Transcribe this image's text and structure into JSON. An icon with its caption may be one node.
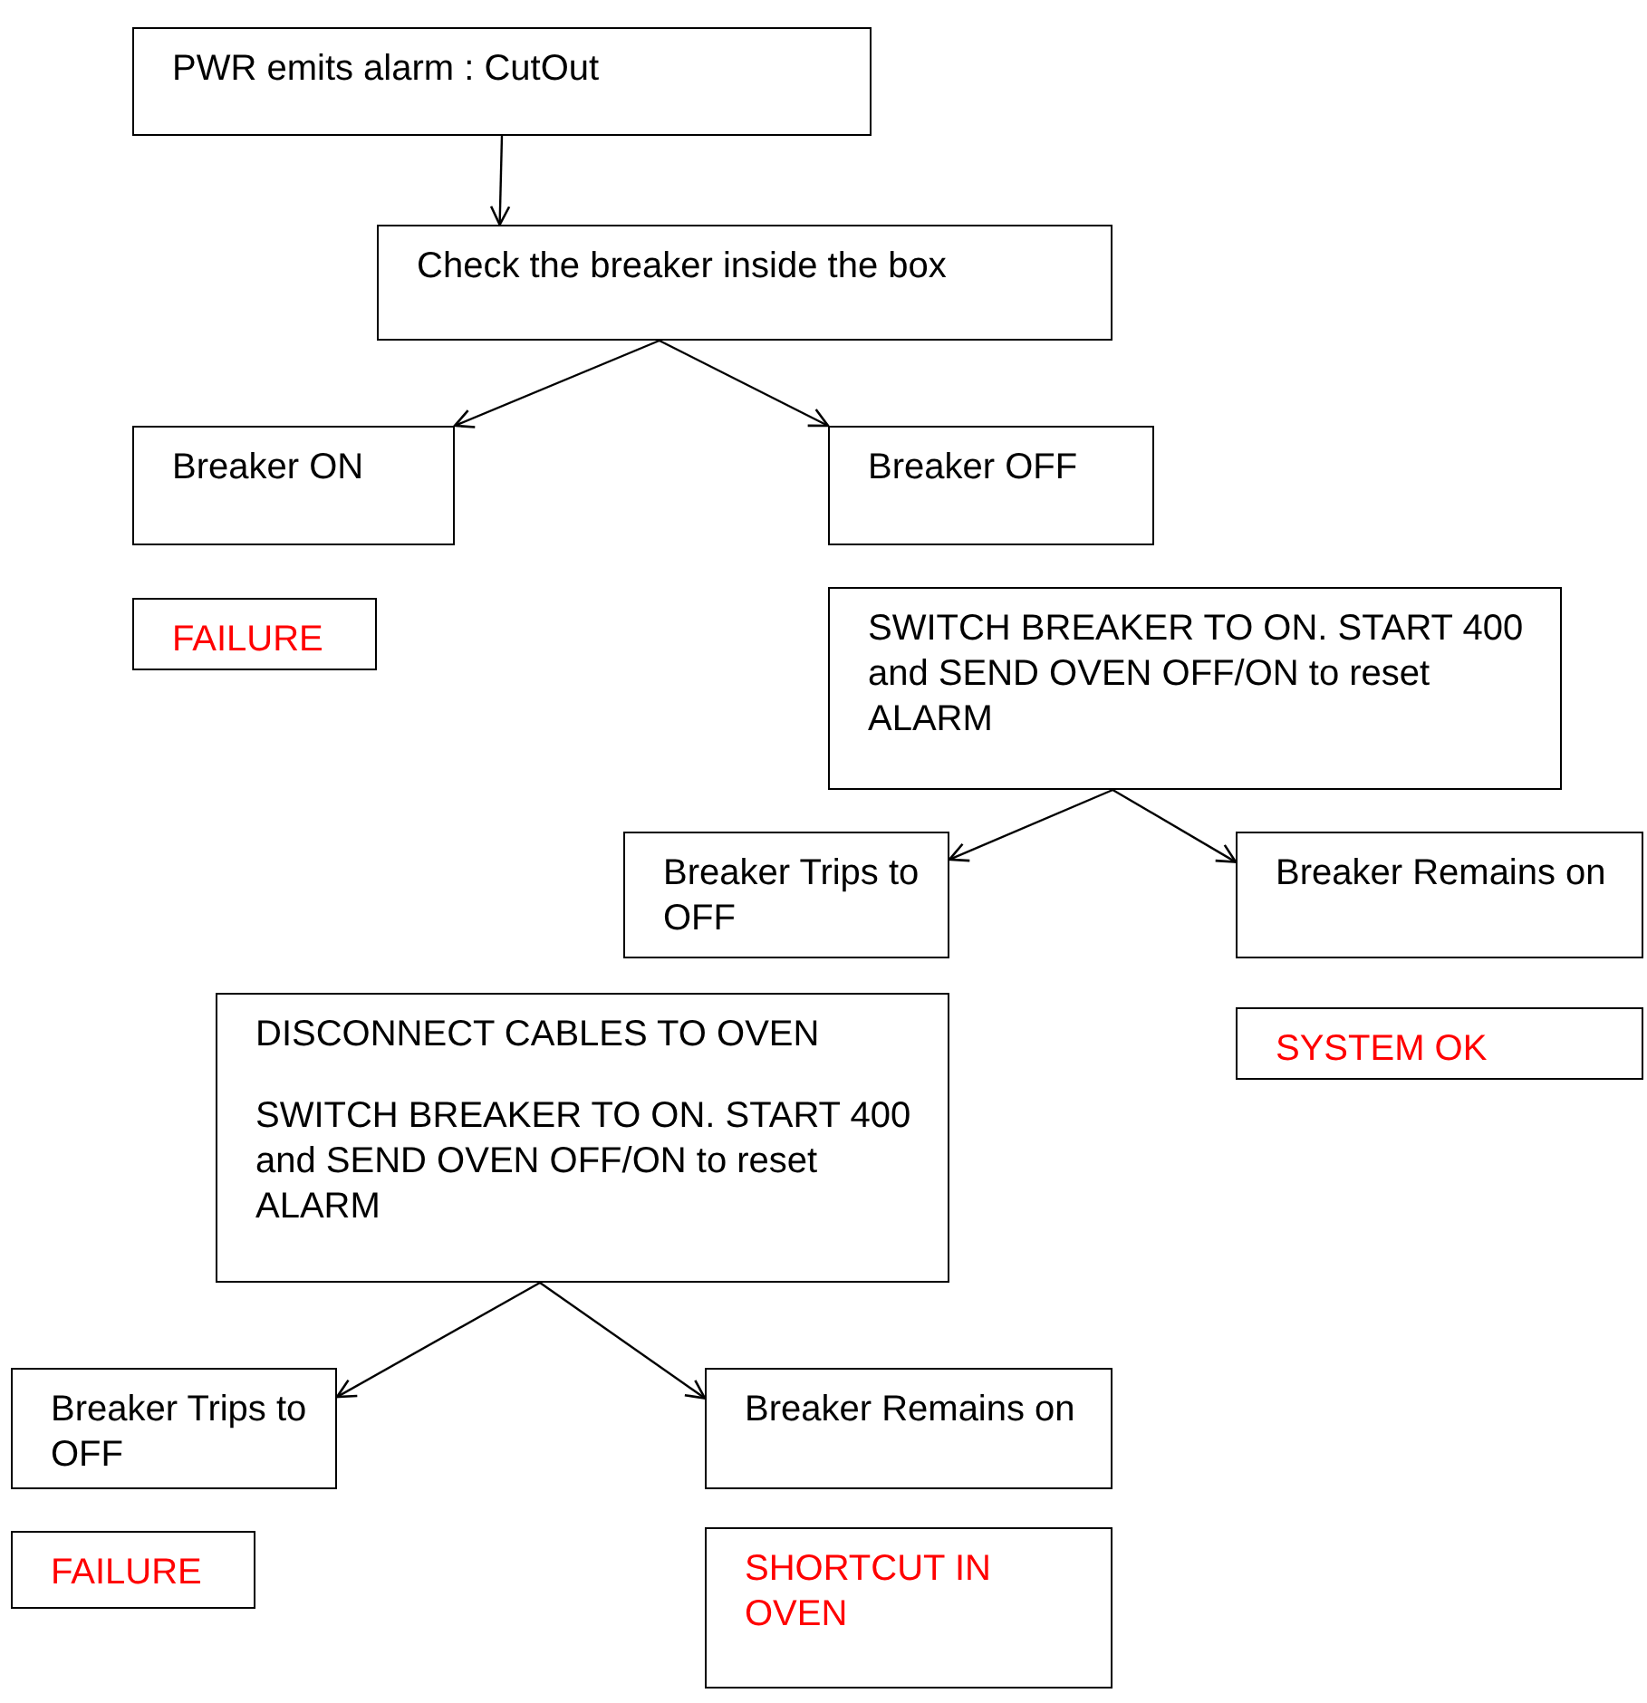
{
  "diagram": {
    "nodes": [
      {
        "text": [
          "PWR emits alarm : CutOut"
        ]
      },
      {
        "text": [
          "Check the breaker inside the box"
        ]
      },
      {
        "text": [
          "Breaker ON"
        ]
      },
      {
        "text": [
          "Breaker OFF"
        ]
      },
      {
        "text": [
          "FAILURE"
        ]
      },
      {
        "text": [
          "SWITCH BREAKER TO ON. START 400 and SEND OVEN OFF/ON to reset ALARM"
        ]
      },
      {
        "text": [
          "Breaker Trips to OFF"
        ]
      },
      {
        "text": [
          "Breaker Remains on"
        ]
      },
      {
        "text": [
          "SYSTEM OK"
        ]
      },
      {
        "text": [
          "DISCONNECT CABLES TO OVEN",
          "SWITCH BREAKER TO ON. START 400 and SEND OVEN OFF/ON to reset ALARM"
        ]
      },
      {
        "text": [
          "Breaker Trips to OFF"
        ]
      },
      {
        "text": [
          "Breaker Remains on"
        ]
      },
      {
        "text": [
          "FAILURE"
        ]
      },
      {
        "text": [
          "SHORTCUT IN OVEN"
        ]
      }
    ],
    "edges": [
      {
        "from": 0,
        "to": 1,
        "arrow": "to"
      },
      {
        "from": 1,
        "to": 2,
        "arrow": "to"
      },
      {
        "from": 1,
        "to": 3,
        "arrow": "to"
      },
      {
        "from": 5,
        "to": 6,
        "arrow": "to"
      },
      {
        "from": 5,
        "to": 7,
        "arrow": "to"
      },
      {
        "from": 9,
        "to": 10,
        "arrow": "to"
      },
      {
        "from": 9,
        "to": 11,
        "arrow": "to"
      }
    ]
  }
}
